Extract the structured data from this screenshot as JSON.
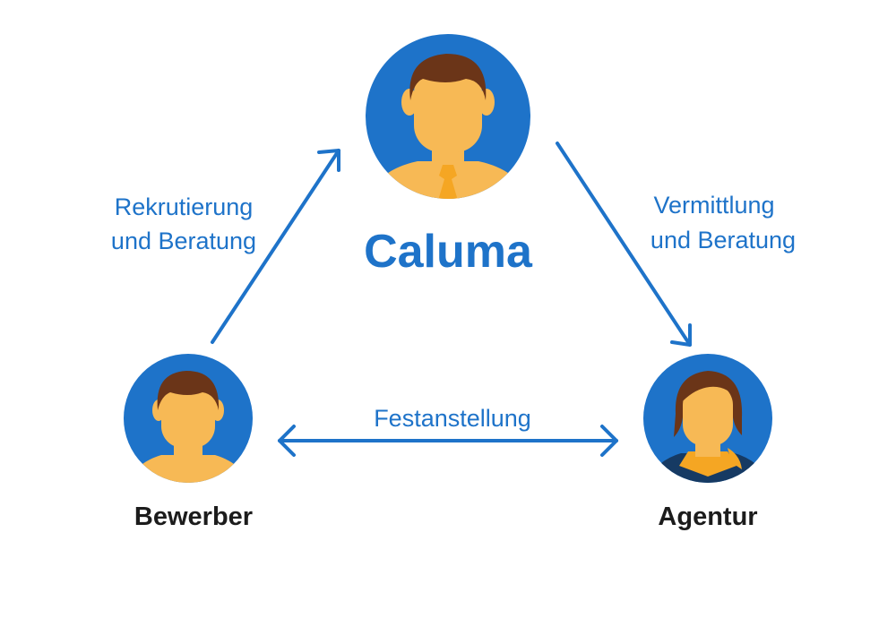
{
  "center": {
    "title": "Caluma"
  },
  "left_node": {
    "label": "Bewerber"
  },
  "right_node": {
    "label": "Agentur"
  },
  "edges": {
    "left_up": {
      "line1": "Rekrutierung",
      "line2": "und Beratung"
    },
    "right_down": {
      "line1": "Vermittlung",
      "line2": "und Beratung"
    },
    "bottom": {
      "label": "Festanstellung"
    }
  },
  "colors": {
    "accent": "#1e73c9",
    "skin": "#f7b955",
    "hair": "#6b3518",
    "tie": "#f5a623",
    "suit": "#163a63",
    "text_dark": "#1c1c1c"
  },
  "icons": [
    "man-with-tie-icon",
    "man-icon",
    "woman-icon"
  ]
}
